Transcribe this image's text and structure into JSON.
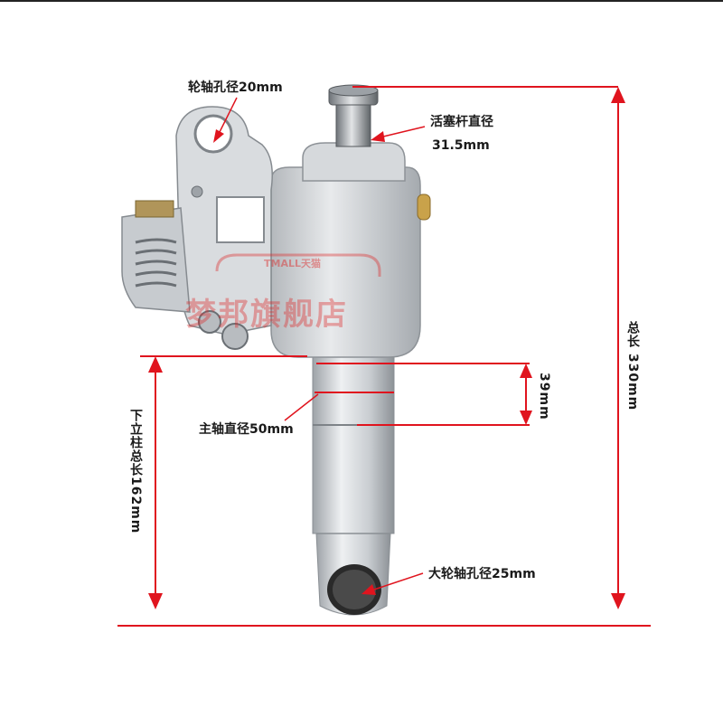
{
  "labels": {
    "wheel_axle_hole": "轮轴孔径20mm",
    "piston_rod_title": "活塞杆直径",
    "piston_rod_value": "31.5mm",
    "main_shaft": "主轴直径50mm",
    "big_wheel_axle_hole": "大轮轴孔径25mm",
    "height_39": "39mm",
    "total_length": "总长 330mm",
    "lower_column_length": "下立柱总长162mm"
  },
  "watermark": {
    "store": "梦邦旗舰店",
    "brand": "TMALL天猫"
  },
  "colors": {
    "dimension_line": "#e0141e",
    "metal_light": "#e4e6e8",
    "metal_mid": "#b9bdc1",
    "metal_dark": "#7e8388"
  }
}
